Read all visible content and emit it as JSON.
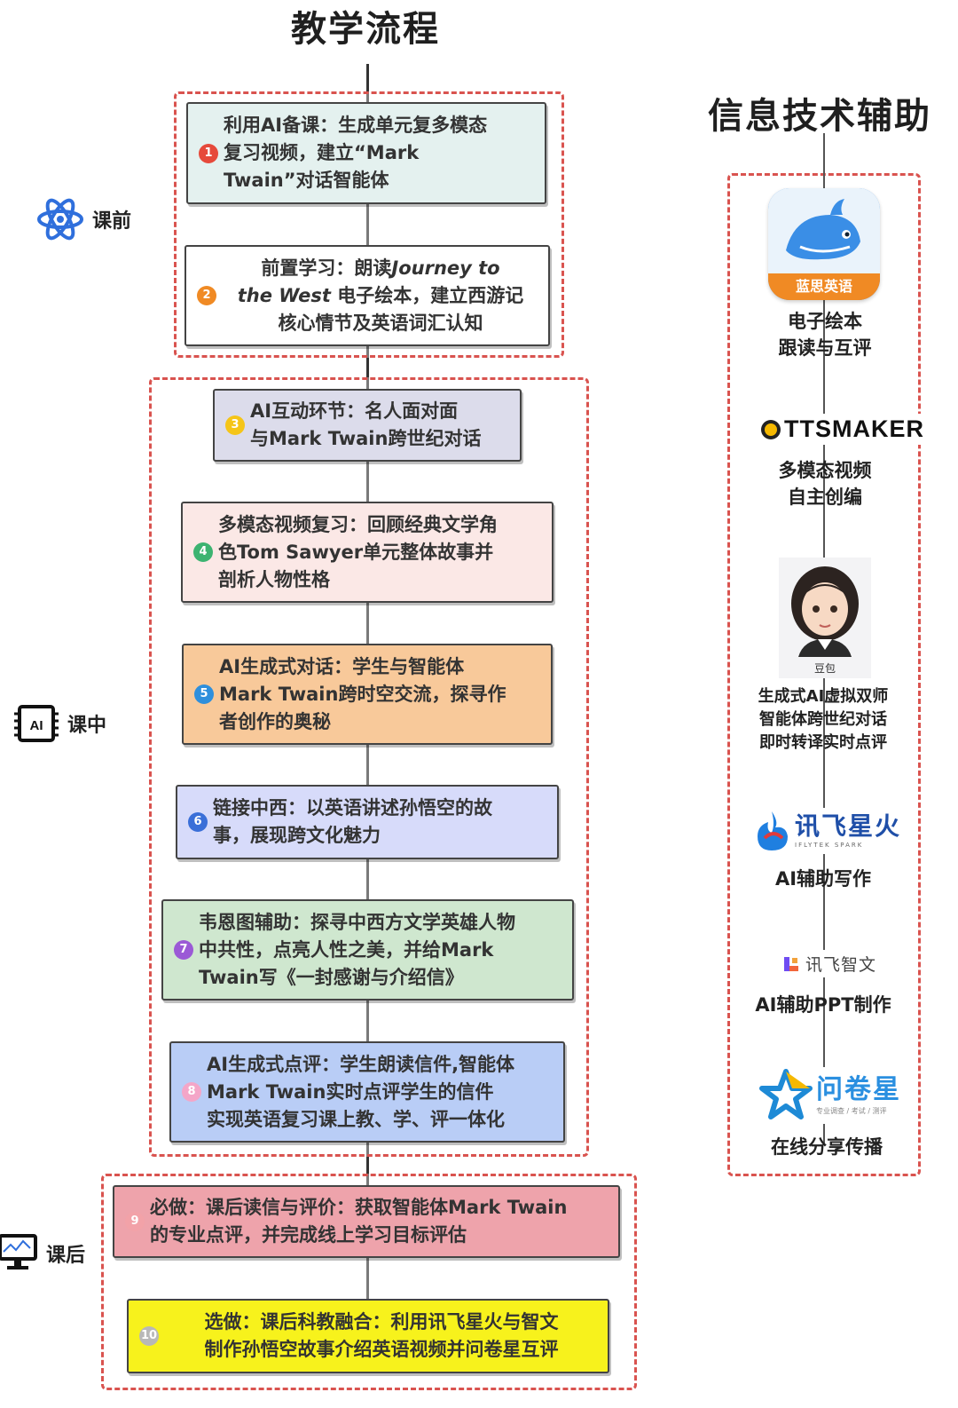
{
  "main_title": "教学流程",
  "side_title": "信息技术辅助",
  "phases": {
    "pre": "课前",
    "in": "课中",
    "post": "课后"
  },
  "steps": [
    {
      "num": "1",
      "line1": "利用AI备课：生成单元复多模态",
      "line2": "复习视频，建立“Mark",
      "line3": "Twain”对话智能体",
      "color": "#e64a3b",
      "bg": "#e4f1ef"
    },
    {
      "num": "2",
      "line1a": "前置学习：朗读",
      "line1b": "Journey to",
      "line2a": "the West",
      "line2b": "电子绘本，建立西游记",
      "line3": "核心情节及英语词汇认知",
      "color": "#f08a24",
      "bg": "#ffffff"
    },
    {
      "num": "3",
      "line1": "AI互动环节：名人面对面",
      "line2": "与Mark Twain跨世纪对话",
      "color": "#f5c518",
      "bg": "#dcdceb"
    },
    {
      "num": "4",
      "line1": "多模态视频复习：回顾经典文学角",
      "line2": "色Tom Sawyer单元整体故事并",
      "line3": "剖析人物性格",
      "color": "#3cb371",
      "bg": "#fbe8e6"
    },
    {
      "num": "5",
      "line1": "AI生成式对话：学生与智能体",
      "line2": "Mark Twain跨时空交流，探寻作",
      "line3": "者创作的奥秘",
      "color": "#2f8fdc",
      "bg": "#f8c99a"
    },
    {
      "num": "6",
      "line1": "链接中西：以英语讲述孙悟空的故",
      "line2": "事，展现跨文化魅力",
      "color": "#3a6fd8",
      "bg": "#d7dbfa"
    },
    {
      "num": "7",
      "line1": "韦恩图辅助：探寻中西方文学英雄人物",
      "line2": "中共性，点亮人性之美，并给Mark",
      "line3": "Twain写《一封感谢与介绍信》",
      "color": "#9b59d6",
      "bg": "#cfe7cf"
    },
    {
      "num": "8",
      "line1": "AI生成式点评：学生朗读信件,智能体",
      "line2": "Mark Twain实时点评学生的信件",
      "line3": "实现英语复习课上教、学、评一体化",
      "color": "#f4a6c8",
      "bg": "#b9cdf6"
    },
    {
      "num": "9",
      "line1": "必做：课后读信与评价：获取智能体Mark Twain",
      "line2": "的专业点评，并完成线上学习目标评估",
      "color": "#f2a2a8",
      "bg": "#eea3ab"
    },
    {
      "num": "10",
      "line1": "选做：课后科教融合：利用讯飞星火与智文",
      "line2": "制作孙悟空故事介绍英语视频并问卷星互评",
      "color": "#b8b8b8",
      "bg": "#f7f21c"
    }
  ],
  "tools": [
    {
      "logo_text": "蓝思英语",
      "caption": [
        "电子绘本",
        "跟读与互评"
      ]
    },
    {
      "logo_text": "TTSMAKER",
      "caption": [
        "多模态视频",
        "自主创编"
      ]
    },
    {
      "logo_text": "豆包",
      "caption": [
        "生成式AI虚拟双师",
        "智能体跨世纪对话",
        "即时转译实时点评"
      ]
    },
    {
      "logo_text": "讯飞星火",
      "logo_sub": "IFLYTEK SPARK",
      "caption": [
        "AI辅助写作"
      ]
    },
    {
      "logo_text": "讯飞智文",
      "caption": [
        "AI辅助PPT制作"
      ]
    },
    {
      "logo_text": "问卷星",
      "logo_sub": "专业调查 / 考试 / 测评",
      "caption": [
        "在线分享传播"
      ]
    }
  ],
  "colors": {
    "dashed_border": "#d9534f",
    "accent_blue": "#2f6fdc"
  }
}
